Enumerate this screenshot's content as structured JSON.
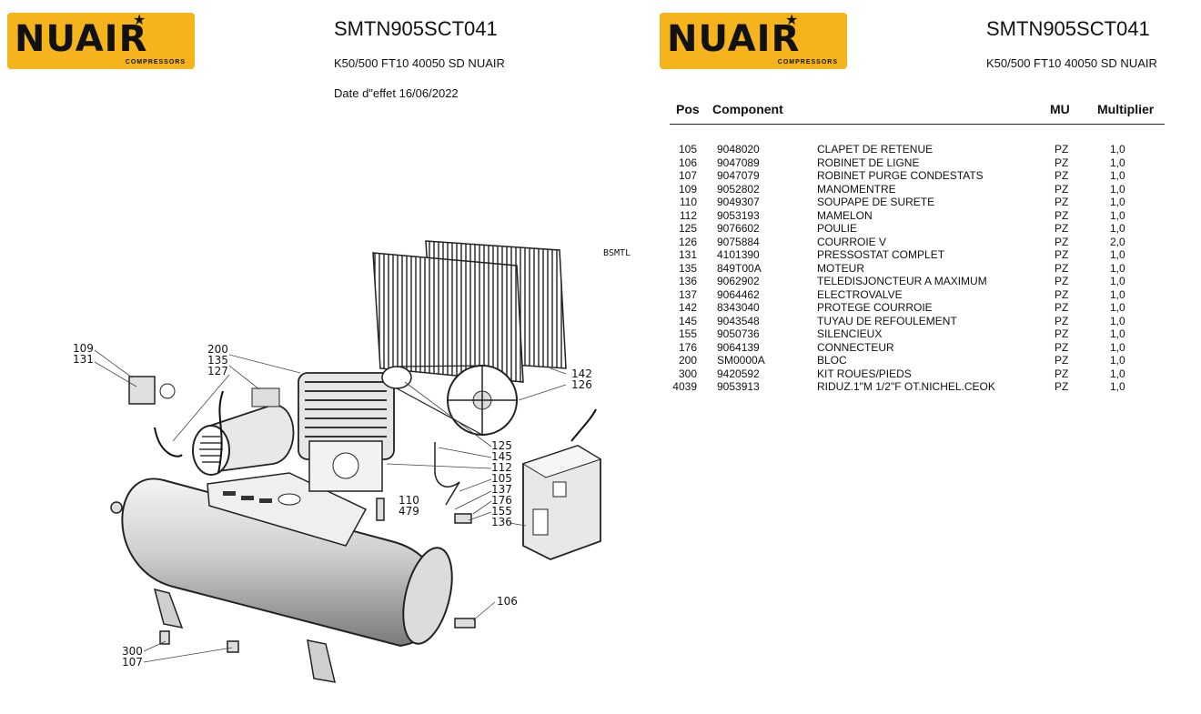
{
  "logo_left": {
    "word": "NUAIR",
    "sub": "COMPRESSORS"
  },
  "logo_right": {
    "word": "NUAIR",
    "sub": "COMPRESSORS"
  },
  "left_header": {
    "title": "SMTN905SCT041",
    "model": "K50/500 FT10 40050 SD NUAIR",
    "date": "Date d\"effet 16/06/2022"
  },
  "right_header": {
    "title": "SMTN905SCT041",
    "model": "K50/500 FT10 40050 SD NUAIR"
  },
  "table": {
    "headers": {
      "pos": "Pos",
      "component": "Component",
      "mu": "MU",
      "multiplier": "Multiplier"
    },
    "rows": [
      {
        "pos": "105",
        "code": "9048020",
        "desc": "CLAPET DE RETENUE",
        "mu": "PZ",
        "mult": "1,0"
      },
      {
        "pos": "106",
        "code": "9047089",
        "desc": "ROBINET DE LIGNE",
        "mu": "PZ",
        "mult": "1,0"
      },
      {
        "pos": "107",
        "code": "9047079",
        "desc": "ROBINET PURGE CONDESTATS",
        "mu": "PZ",
        "mult": "1,0"
      },
      {
        "pos": "109",
        "code": "9052802",
        "desc": "MANOMENTRE",
        "mu": "PZ",
        "mult": "1,0"
      },
      {
        "pos": "110",
        "code": "9049307",
        "desc": "SOUPAPE DE SURETE",
        "mu": "PZ",
        "mult": "1,0"
      },
      {
        "pos": "112",
        "code": "9053193",
        "desc": "MAMELON",
        "mu": "PZ",
        "mult": "1,0"
      },
      {
        "pos": "125",
        "code": "9076602",
        "desc": "POULIE",
        "mu": "PZ",
        "mult": "1,0"
      },
      {
        "pos": "126",
        "code": "9075884",
        "desc": "COURROIE  V",
        "mu": "PZ",
        "mult": "2,0"
      },
      {
        "pos": "131",
        "code": "4101390",
        "desc": "PRESSOSTAT COMPLET",
        "mu": "PZ",
        "mult": "1,0"
      },
      {
        "pos": "135",
        "code": "849T00A",
        "desc": "MOTEUR",
        "mu": "PZ",
        "mult": "1,0"
      },
      {
        "pos": "136",
        "code": "9062902",
        "desc": "TELEDISJONCTEUR A MAXIMUM",
        "mu": "PZ",
        "mult": "1,0"
      },
      {
        "pos": "137",
        "code": "9064462",
        "desc": "ELECTROVALVE",
        "mu": "PZ",
        "mult": "1,0"
      },
      {
        "pos": "142",
        "code": "8343040",
        "desc": "PROTEGE COURROIE",
        "mu": "PZ",
        "mult": "1,0"
      },
      {
        "pos": "145",
        "code": "9043548",
        "desc": "TUYAU DE REFOULEMENT",
        "mu": "PZ",
        "mult": "1,0"
      },
      {
        "pos": "155",
        "code": "9050736",
        "desc": "SILENCIEUX",
        "mu": "PZ",
        "mult": "1,0"
      },
      {
        "pos": "176",
        "code": "9064139",
        "desc": "CONNECTEUR",
        "mu": "PZ",
        "mult": "1,0"
      },
      {
        "pos": "200",
        "code": "SM0000A",
        "desc": "BLOC",
        "mu": "PZ",
        "mult": "1,0"
      },
      {
        "pos": "300",
        "code": "9420592",
        "desc": "KIT ROUES/PIEDS",
        "mu": "PZ",
        "mult": "1,0"
      },
      {
        "pos": "4039",
        "code": "9053913",
        "desc": "RIDUZ.1\"M 1/2\"F OT.NICHEL.CEOK",
        "mu": "PZ",
        "mult": "1,0"
      }
    ]
  },
  "diagram": {
    "code": "BSMTL",
    "callouts": {
      "c109": "109",
      "c131": "131",
      "c200": "200",
      "c135": "135",
      "c127": "127",
      "c142": "142",
      "c126": "126",
      "c125": "125",
      "c145": "145",
      "c112": "112",
      "c105": "105",
      "c137": "137",
      "c176": "176",
      "c155": "155",
      "c136": "136",
      "c110": "110",
      "c479": "479",
      "c106": "106",
      "c300": "300",
      "c107": "107"
    }
  }
}
